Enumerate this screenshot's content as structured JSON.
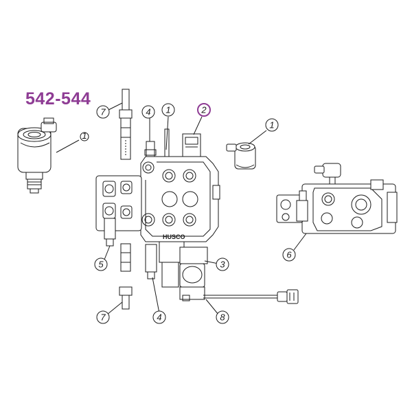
{
  "title": "542-544",
  "colors": {
    "title": "#8e3c94",
    "highlight_ring": "#8e3c94",
    "line": "#1a1a1a",
    "body_fill": "#ffffff"
  },
  "callouts": [
    {
      "id": "c7-top",
      "label": "7"
    },
    {
      "id": "c4-top",
      "label": "4"
    },
    {
      "id": "c1-top",
      "label": "1"
    },
    {
      "id": "c2-top",
      "label": "2",
      "highlighted": true
    },
    {
      "id": "c1-coil",
      "label": "1"
    },
    {
      "id": "c1-solenoid",
      "label": "1"
    },
    {
      "id": "c5",
      "label": "5"
    },
    {
      "id": "c3",
      "label": "3"
    },
    {
      "id": "c6",
      "label": "6"
    },
    {
      "id": "c7-bottom",
      "label": "7"
    },
    {
      "id": "c4-bottom",
      "label": "4"
    },
    {
      "id": "c8",
      "label": "8"
    }
  ],
  "labels": {
    "brand": "HUSCO"
  }
}
